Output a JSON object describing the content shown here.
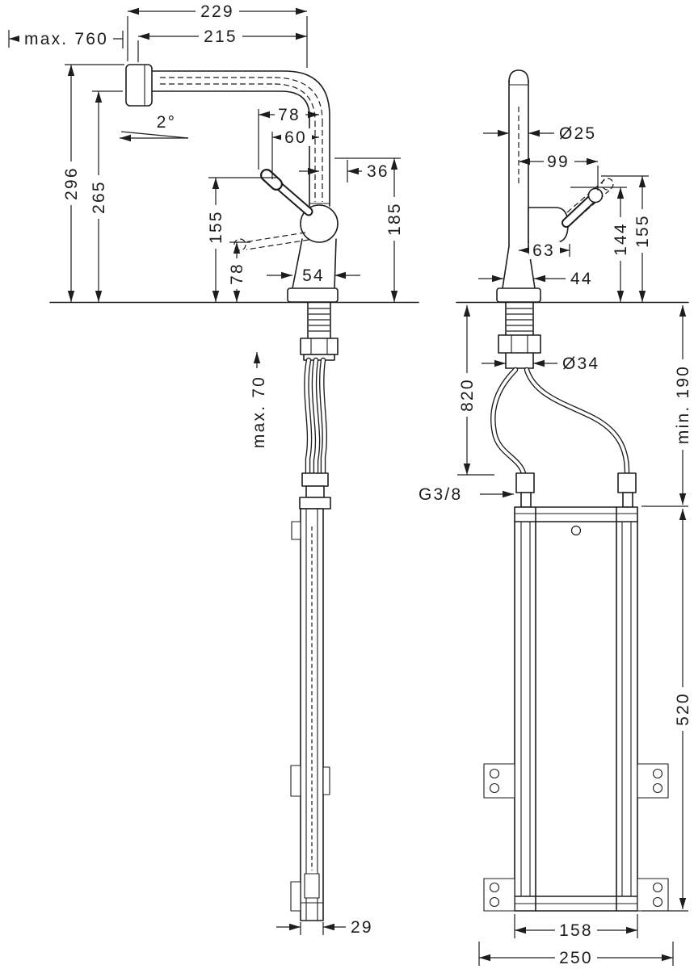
{
  "drawing": {
    "kind": "faucet-installation-dimension-drawing",
    "colors": {
      "ink": "#1d1d1b",
      "paper": "#ffffff"
    },
    "views": {
      "side": {
        "dims": {
          "pullout_hose": "max. 760",
          "reach_total": "229",
          "reach_spout": "215",
          "height_total": "296",
          "height_spout": "265",
          "spout_angle": "2°",
          "offset_78": "78",
          "offset_60": "60",
          "offset_36": "36",
          "height_155": "155",
          "height_78": "78",
          "height_185": "185",
          "base_width": "54",
          "deck_thickness": "max. 70",
          "box_depth": "29"
        }
      },
      "front": {
        "dims": {
          "spout_dia": "Ø25",
          "handle_reach": "99",
          "handle_hub": "63",
          "handle_h144": "144",
          "handle_h155": "155",
          "base_width": "44",
          "hole_dia": "Ø34",
          "hose_length": "820",
          "clearance": "min. 190",
          "connection": "G3/8",
          "box_height": "520",
          "box_width": "158",
          "install_width": "250"
        }
      }
    }
  }
}
